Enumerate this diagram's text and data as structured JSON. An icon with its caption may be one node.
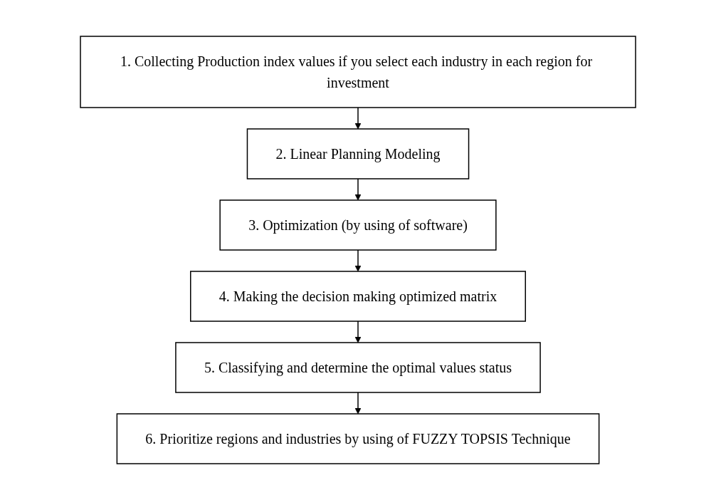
{
  "diagram": {
    "nodes": [
      {
        "text": [
          "1. Collecting Production index values if you select each industry in each region for investment"
        ]
      },
      {
        "text": [
          "2. Linear Planning Modeling"
        ]
      },
      {
        "text": [
          "3. Optimization (by using of software)"
        ]
      },
      {
        "text": [
          "4. Making the decision making optimized matrix"
        ]
      },
      {
        "text": [
          "5. Classifying and determine the optimal values status"
        ]
      },
      {
        "text": [
          "6. Prioritize regions and industries by using of FUZZY TOPSIS Technique"
        ]
      }
    ],
    "edges": [
      {
        "from": 0,
        "to": 1,
        "arrow": "to"
      },
      {
        "from": 1,
        "to": 2,
        "arrow": "to"
      },
      {
        "from": 2,
        "to": 3,
        "arrow": "to"
      },
      {
        "from": 3,
        "to": 4,
        "arrow": "to"
      },
      {
        "from": 4,
        "to": 5,
        "arrow": "to"
      }
    ]
  }
}
